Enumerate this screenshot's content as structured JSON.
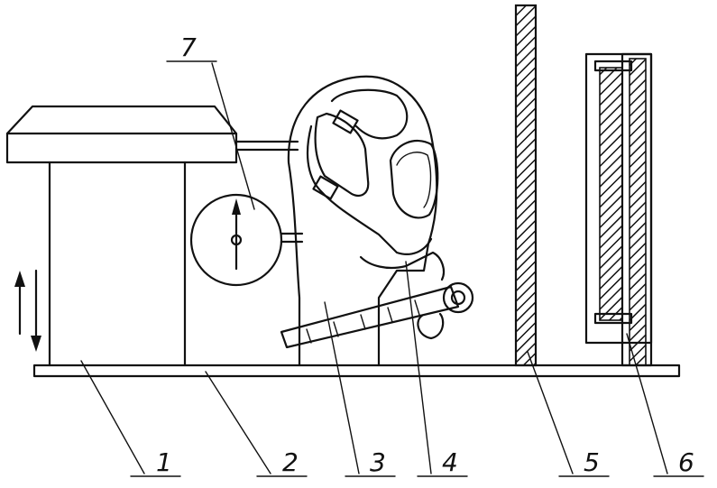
{
  "callouts": [
    {
      "id": "1",
      "text": "1"
    },
    {
      "id": "2",
      "text": "2"
    },
    {
      "id": "3",
      "text": "3"
    },
    {
      "id": "4",
      "text": "4"
    },
    {
      "id": "5",
      "text": "5"
    },
    {
      "id": "6",
      "text": "6"
    },
    {
      "id": "7",
      "text": "7"
    }
  ]
}
